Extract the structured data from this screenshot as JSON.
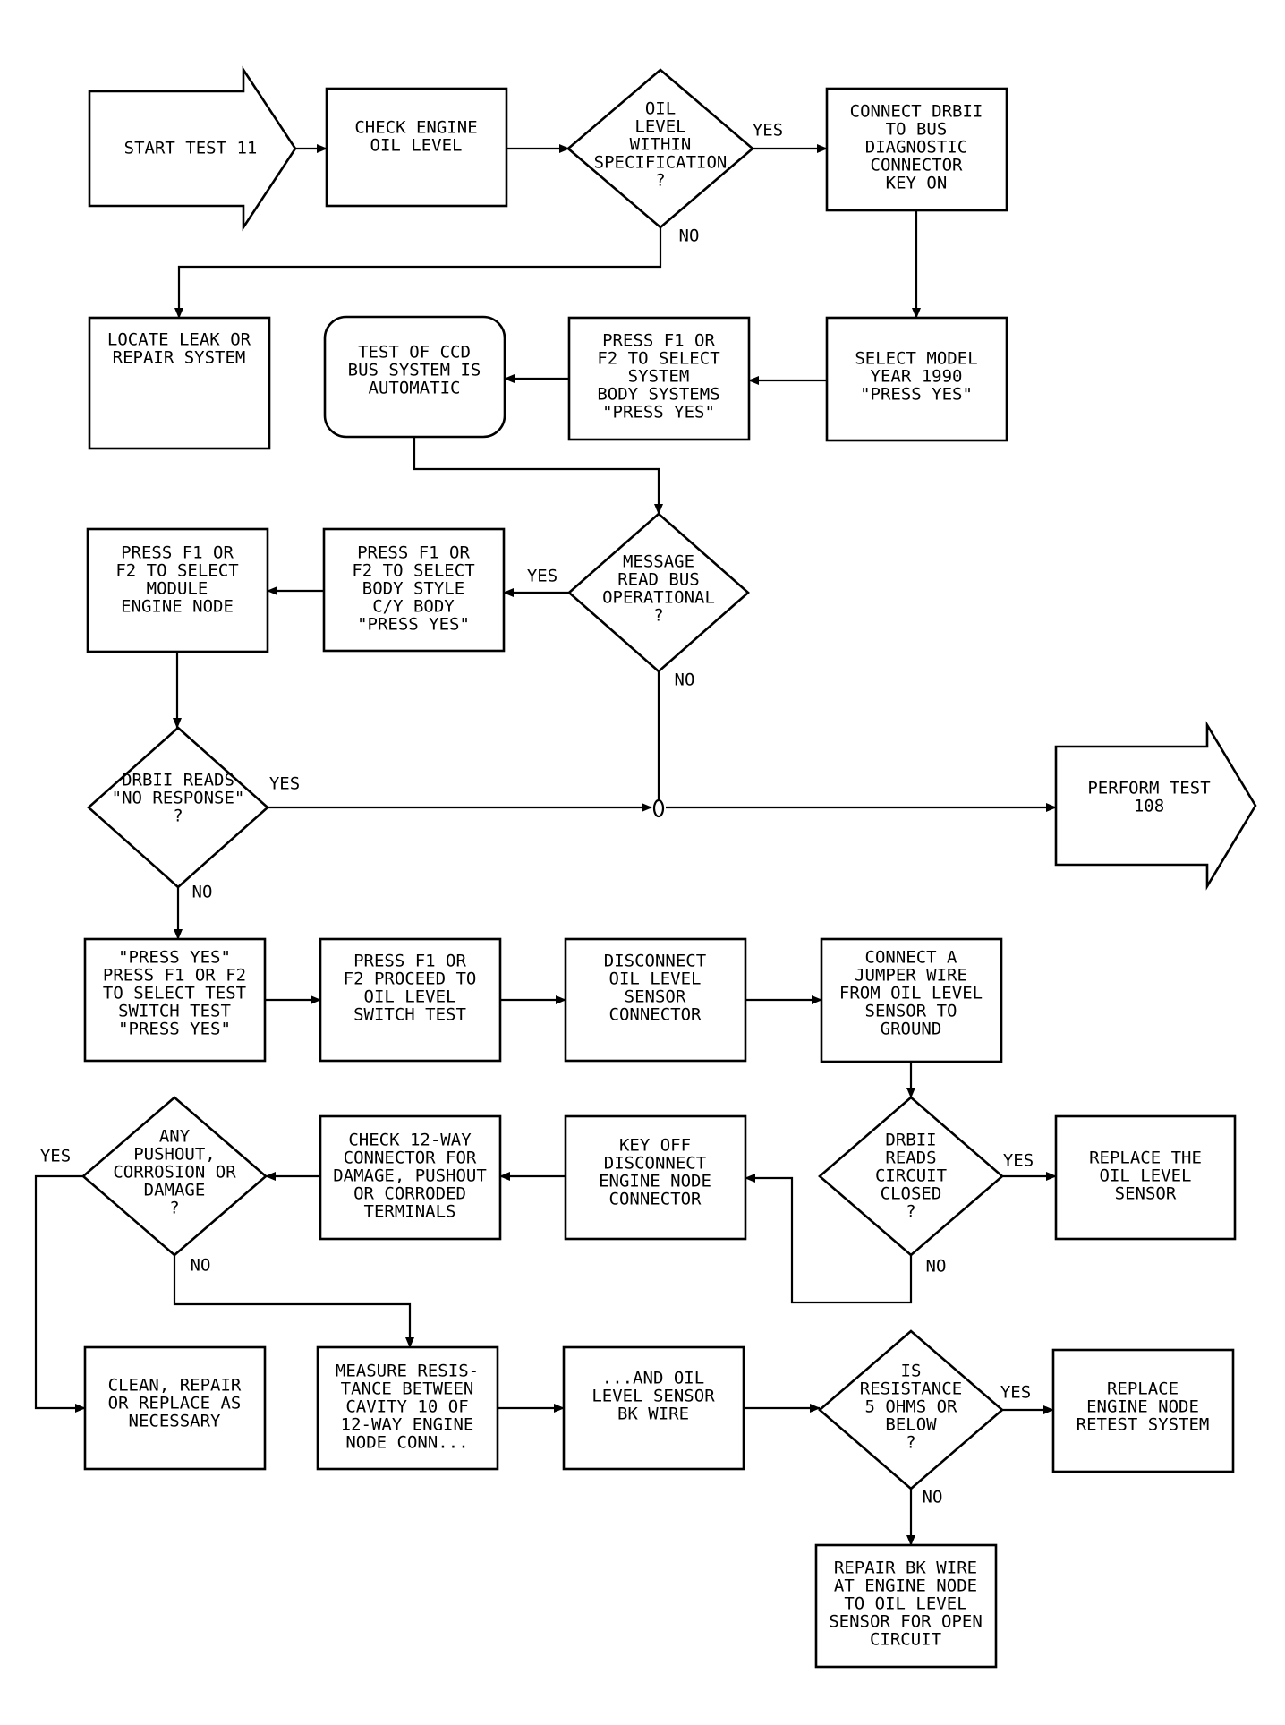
{
  "nodes": {
    "start": "START TEST 11",
    "check_oil": [
      "CHECK ENGINE",
      "OIL LEVEL"
    ],
    "oil_spec_q": [
      "OIL",
      "LEVEL",
      "WITHIN",
      "SPECIFICATION",
      "?"
    ],
    "connect_drb": [
      "CONNECT DRBII",
      "TO BUS",
      "DIAGNOSTIC",
      "CONNECTOR",
      "KEY ON"
    ],
    "locate_leak": [
      "LOCATE LEAK OR",
      "REPAIR SYSTEM"
    ],
    "test_ccd": [
      "TEST OF CCD",
      "BUS SYSTEM IS",
      "AUTOMATIC"
    ],
    "press_f1_system": [
      "PRESS F1 OR",
      "F2 TO SELECT",
      "SYSTEM",
      "BODY SYSTEMS",
      "\"PRESS YES\""
    ],
    "select_model": [
      "SELECT MODEL",
      "YEAR 1990",
      "\"PRESS YES\""
    ],
    "press_f1_module": [
      "PRESS F1 OR",
      "F2 TO SELECT",
      "MODULE",
      "ENGINE NODE"
    ],
    "press_f1_body": [
      "PRESS F1 OR",
      "F2 TO SELECT",
      "BODY STYLE",
      "C/Y BODY",
      "\"PRESS YES\""
    ],
    "message_q": [
      "MESSAGE",
      "READ BUS",
      "OPERATIONAL",
      "?"
    ],
    "drb_no_response_q": [
      "DRBII READS",
      "\"NO RESPONSE\"",
      "?"
    ],
    "perform_test": [
      "PERFORM TEST",
      "108"
    ],
    "press_yes_switch": [
      "\"PRESS YES\"",
      "PRESS F1 OR F2",
      "TO SELECT TEST",
      "SWITCH TEST",
      "\"PRESS YES\""
    ],
    "proceed_switch": [
      "PRESS F1 OR",
      "F2 PROCEED TO",
      "OIL LEVEL",
      "SWITCH TEST"
    ],
    "disconnect_sensor": [
      "DISCONNECT",
      "OIL LEVEL",
      "SENSOR",
      "CONNECTOR"
    ],
    "connect_jumper": [
      "CONNECT A",
      "JUMPER WIRE",
      "FROM OIL LEVEL",
      "SENSOR TO",
      "GROUND"
    ],
    "pushout_q": [
      "ANY",
      "PUSHOUT,",
      "CORROSION OR",
      "DAMAGE",
      "?"
    ],
    "check_12way": [
      "CHECK 12-WAY",
      "CONNECTOR FOR",
      "DAMAGE, PUSHOUT",
      "OR CORRODED",
      "TERMINALS"
    ],
    "key_off": [
      "KEY OFF",
      "DISCONNECT",
      "ENGINE NODE",
      "CONNECTOR"
    ],
    "circuit_closed_q": [
      "DRBII",
      "READS",
      "CIRCUIT",
      "CLOSED",
      "?"
    ],
    "replace_sensor": [
      "REPLACE THE",
      "OIL LEVEL",
      "SENSOR"
    ],
    "clean_repair": [
      "CLEAN, REPAIR",
      "OR REPLACE AS",
      "NECESSARY"
    ],
    "measure_resistance": [
      "MEASURE RESIS-",
      "TANCE BETWEEN",
      "CAVITY 10 OF",
      "12-WAY ENGINE",
      "NODE CONN..."
    ],
    "and_oil_level": [
      "...AND OIL",
      "LEVEL SENSOR",
      "BK WIRE"
    ],
    "resistance_q": [
      "IS",
      "RESISTANCE",
      "5 OHMS OR",
      "BELOW",
      "?"
    ],
    "replace_engine_node": [
      "REPLACE",
      "ENGINE NODE",
      "RETEST SYSTEM"
    ],
    "repair_bk_wire": [
      "REPAIR BK WIRE",
      "AT ENGINE NODE",
      "TO OIL LEVEL",
      "SENSOR FOR OPEN",
      "CIRCUIT"
    ]
  },
  "edge_labels": {
    "yes": "YES",
    "no": "NO"
  }
}
